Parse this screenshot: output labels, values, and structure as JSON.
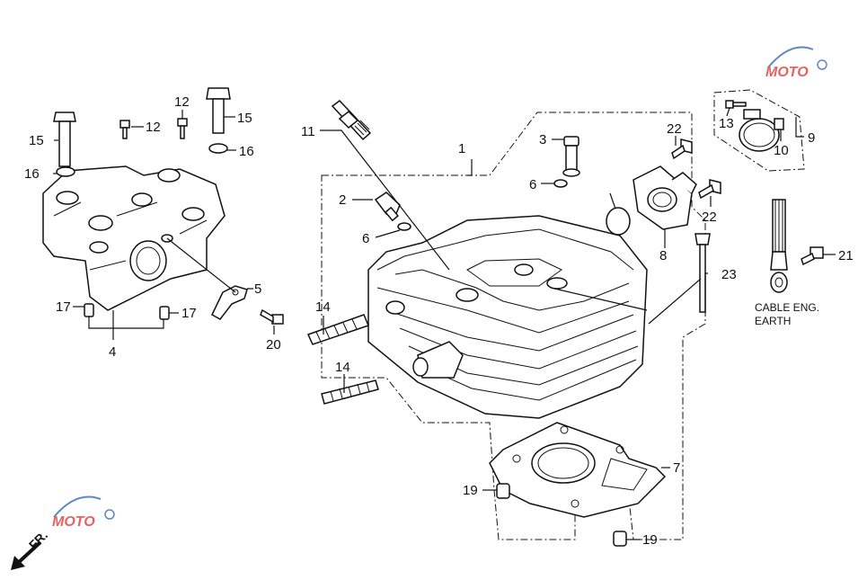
{
  "callouts": {
    "c1": "1",
    "c2": "2",
    "c3": "3",
    "c4": "4",
    "c5": "5",
    "c6a": "6",
    "c6b": "6",
    "c7": "7",
    "c8": "8",
    "c9": "9",
    "c10": "10",
    "c11": "11",
    "c12a": "12",
    "c12b": "12",
    "c13": "13",
    "c14a": "14",
    "c14b": "14",
    "c15a": "15",
    "c15b": "15",
    "c16a": "16",
    "c16b": "16",
    "c17a": "17",
    "c17b": "17",
    "c19a": "19",
    "c19b": "19",
    "c20": "20",
    "c21": "21",
    "c22a": "22",
    "c22b": "22",
    "c23": "23"
  },
  "cable_label_line1": "CABLE ENG.",
  "cable_label_line2": "EARTH",
  "direction_label": "FR.",
  "watermark": {
    "text": "MOTO",
    "colors": [
      "#d9302c",
      "#2a5fb0"
    ]
  }
}
